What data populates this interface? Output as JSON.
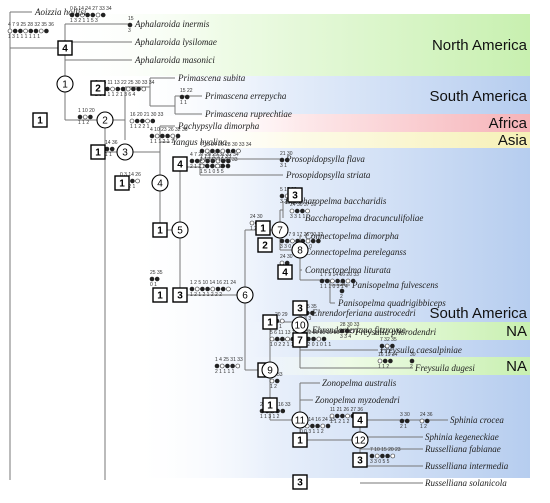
{
  "regions": [
    {
      "label": "North America",
      "color": "#c8f0b0",
      "fade": "#eefbe6"
    },
    {
      "label": "South America",
      "color": "#b6cdef",
      "fade": "#e9f0fb"
    },
    {
      "label": "Africa",
      "color": "#f6b3b8",
      "fade": "#fde8ea"
    },
    {
      "label": "Asia",
      "color": "#f6f0b6",
      "fade": "#fdfbe8"
    },
    {
      "label": "South America",
      "color": "#b6cdef",
      "fade": "#e9f0fb"
    },
    {
      "label": "NA",
      "color": "#c8f0b0",
      "fade": "#eefbe6"
    },
    {
      "label": "NA",
      "color": "#c8f0b0",
      "fade": "#eefbe6"
    }
  ],
  "taxa": [
    "Aoizzia hollisi",
    "Aphalaroida inermis",
    "Aphalaroida lysilomae",
    "Aphalaroida masonici",
    "Primascena subita",
    "Primascena errepycha",
    "Primascena ruprechtiae",
    "Pachypsylla dimorpha",
    "Yangus hyalina",
    "Prosopidopsylla flava",
    "Prosopidopsylla striata",
    "Baccharopelma baccharidis",
    "Baccharopelma dracunculifoliae",
    "Connectopelma dimorpha",
    "Connectopelma pereleganss",
    "Connectopelma lituratа",
    "Panisopelma fulvescens",
    "Panisopelma quadrigibbiceps",
    "Ehrendorferiana austrocedri",
    "Ehrendorferiana fitzroyae",
    "Freysuila phorodendri",
    "Freysuila caesalpiniae",
    "Freysuila dugesi",
    "Zonopelma australis",
    "Zonopelma myzodendri",
    "Sphinia crocea",
    "Sphinia kegeneckiae",
    "Russelliana fabianae",
    "Russelliana intermedia",
    "Russelliana solanicola"
  ],
  "boxes": [
    "4",
    "1",
    "2",
    "1",
    "1",
    "1",
    "4",
    "1",
    "3",
    "3",
    "2",
    "1",
    "4",
    "3",
    "1",
    "7",
    "1",
    "1",
    "1",
    "4",
    "3",
    "3"
  ],
  "nodes": [
    "1",
    "2",
    "3",
    "4",
    "5",
    "6",
    "7",
    "8",
    "9",
    "10",
    "11",
    "12"
  ],
  "chars": [
    {
      "top": "4 7 9 25 28 32 35 36",
      "bot": "1 3 1 1 1 1 1 1"
    },
    {
      "top": "0 5 14 24 27 33 34",
      "bot": "1 3 2 1 1 5 3"
    },
    {
      "top": "15",
      "bot": "3"
    },
    {
      "top": "2 4 6 11 13 22 25 30 33 34",
      "bot": "2 0 1 1 1 2 1 3 6 4"
    },
    {
      "top": "15 22",
      "bot": "1 1"
    },
    {
      "top": "1 10 20",
      "bot": "1 1 2"
    },
    {
      "top": "16 20 21 30 33",
      "bot": "1 1 2 2 1"
    },
    {
      "top": "14 36",
      "bot": "1 1"
    },
    {
      "top": "4 10 23 26 32 36",
      "bot": "1 1 1 2 1 1"
    },
    {
      "top": "0 3 14 26",
      "bot": "3 2 2 1"
    },
    {
      "top": "4 7 27 28 29 31 32 34",
      "bot": "2 1 2 2 1 1 2 2"
    },
    {
      "top": "7 16 24 26 28 30 33 34",
      "bot": "1 1 1 1 3 1 3 1"
    },
    {
      "top": "1 12 13 16 22 33",
      "bot": "1 5 1 0 5 5"
    },
    {
      "top": "21 30",
      "bot": "3 1"
    },
    {
      "top": "5 17 33",
      "bot": "3 2 7"
    },
    {
      "top": "24 30 37 39",
      "bot": "3 3 1 1"
    },
    {
      "top": "25 35",
      "bot": "0 1"
    },
    {
      "top": "1 2 5 10 14 16 21 24",
      "bot": "1 2 1 2 1 2 2 2"
    },
    {
      "top": "24 30",
      "bot": "1 2"
    },
    {
      "top": "0 2 7 9 17 26 30 32",
      "bot": "3 3 0 1 0 1 1 0"
    },
    {
      "top": "7",
      "bot": "0"
    },
    {
      "top": "24 30",
      "bot": "1 1"
    },
    {
      "top": "1 7 9 14 16 20 33",
      "bot": "1 1 1 0 3 1 4"
    },
    {
      "top": "24",
      "bot": "2"
    },
    {
      "top": "7 15 35",
      "bot": "1 3 3"
    },
    {
      "top": "4",
      "bot": "1"
    },
    {
      "top": "20 29",
      "bot": "1 1"
    },
    {
      "top": "5 6 11 13 17 19 22 30 33 35 36",
      "bot": "1 0 2 2 1 1 1 2 7 2 0 1 0 1 1"
    },
    {
      "top": "28 30 33",
      "bot": "3 3 4"
    },
    {
      "top": "7 32 35",
      "bot": "2 1 2"
    },
    {
      "top": "16 19 34",
      "bot": "1 1 2"
    },
    {
      "top": "30",
      "bot": "2"
    },
    {
      "top": "1 4 25 31 33",
      "bot": "2 1 1 1 1"
    },
    {
      "top": "16 33",
      "bot": "1 2"
    },
    {
      "top": "2 10 15 16 33",
      "bot": "1 1 3 1 2"
    },
    {
      "top": "3 9 14 16 24 33",
      "bot": "0 0 3 1 1 2"
    },
    {
      "top": "11 21 26 27 36",
      "bot": "1 1 2 1 2"
    },
    {
      "top": "3 30",
      "bot": "2 1"
    },
    {
      "top": "7 10 15 20 23",
      "bot": "3 3 0 5 5"
    },
    {
      "top": "24 36",
      "bot": "1 2"
    }
  ]
}
